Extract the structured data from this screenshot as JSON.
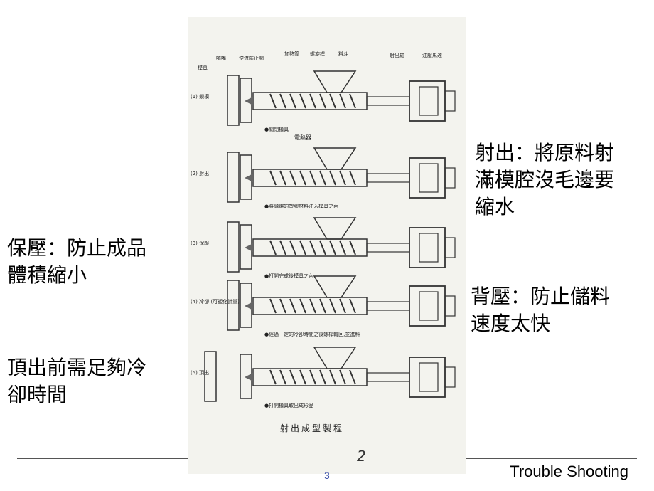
{
  "notes": {
    "injection": "射出：將原料射\n滿模腔沒毛邊要\n縮水",
    "holding": "保壓：防止成品\n體積縮小",
    "back_pressure": "背壓：防止儲料\n速度太快",
    "cooling": "頂出前需足夠冷\n卻時間"
  },
  "figure": {
    "caption": "射出成型製程",
    "handwritten_number": "2",
    "stages": [
      {
        "label": "(1) 鎖模",
        "note": "●關閉模具"
      },
      {
        "label": "(2) 射出",
        "note": "●將融熔的塑膠材料注入模具之內"
      },
      {
        "label": "(3) 保壓",
        "note": "●打開完成後模具之內"
      },
      {
        "label": "(4) 冷卻 (可塑化計量)",
        "note": "●經過一定的冷卻時間之後螺桿轉回,並進料"
      },
      {
        "label": "(5) 頂出",
        "note": "●打開模具取出成形品"
      }
    ],
    "top_labels": [
      "模具",
      "噴嘴",
      "逆流防止閥",
      "加熱筒",
      "螺旋桿",
      "料斗",
      "射出缸",
      "油壓馬達"
    ],
    "heater_label": "電熱器"
  },
  "footer": {
    "title": "Trouble Shooting",
    "page_number": "3"
  }
}
